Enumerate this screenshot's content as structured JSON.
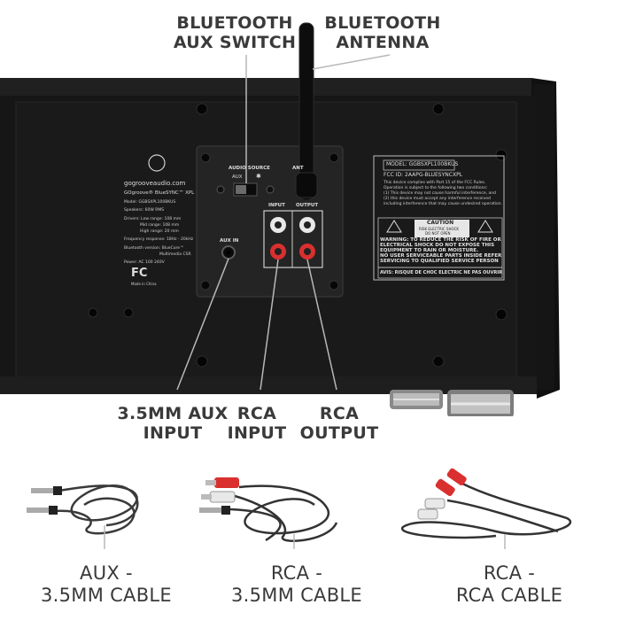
{
  "callouts": {
    "bt_switch": [
      "BLUETOOTH",
      "AUX SWITCH"
    ],
    "bt_antenna": [
      "BLUETOOTH",
      "ANTENNA"
    ],
    "aux_input": [
      "3.5MM AUX",
      "INPUT"
    ],
    "rca_input": [
      "RCA",
      "INPUT"
    ],
    "rca_output": [
      "RCA",
      "OUTPUT"
    ]
  },
  "cables": [
    [
      "AUX -",
      "3.5MM CABLE"
    ],
    [
      "RCA -",
      "3.5MM CABLE"
    ],
    [
      "RCA -",
      "RCA CABLE"
    ]
  ],
  "panel": {
    "brand_url": "gogrooveaudio.com",
    "product": "GOgroove® BlueSYNC™ XPL",
    "model": "Model: GGBSXPL100BKUS",
    "speakers": "Speakers: 60W RMS",
    "drivers": [
      "Drivers: Low range: 108 mm",
      "Mid range: 108 mm",
      "High range: 20 mm"
    ],
    "freq": "Frequency response: 18Hz - 20kHz",
    "bt_version": "Bluetooth version: BlueCore™",
    "bt_version2": "Multimedia   CSR",
    "power": "Power: AC 100 240V",
    "fcc_logo": "FC",
    "made_in": "Made in China",
    "audio_source": "AUDIO SOURCE",
    "aux": "AUX",
    "aux_in": "AUX IN",
    "input": "INPUT",
    "output": "OUTPUT",
    "ant": "ANT",
    "model_label": "MODEL: GGBSXPL100BKUS",
    "fcc_id": "FCC ID: 2AAPG-BLUESYNCXPL",
    "fcc_text": [
      "This device complies with Part 15 of the FCC Rules.",
      "Operation is subject to the following two conditions:",
      "(1) This device may not cause harmful interference, and",
      "(2) this device must accept any interference received",
      "including interference that may cause undesired operation."
    ],
    "caution": "CAUTION",
    "caution_sub": [
      "RISK ELECTRIC SHOCK",
      "DO NOT OPEN"
    ],
    "warning": [
      "WARNING: TO REDUCE THE RISK OF FIRE OR",
      "ELECTRICAL SHOCK DO NOT EXPOSE THIS",
      "EQUIPMENT TO RAIN OR MOISTURE.",
      "NO USER SERVICEABLE PARTS INSIDE REFER",
      "SERVICING TO QUALIFIED SERVICE PERSON"
    ],
    "avis": "AVIS: RISQUE DE CHOC ELECTRIC NE PAS OUVRIR"
  },
  "colors": {
    "cabinet": "#161616",
    "panel": "#1b1b1b",
    "plate": "#242424",
    "label_text": "#3a3a3a",
    "rca_red": "#d9302f",
    "rca_white": "#e8e8e8"
  }
}
